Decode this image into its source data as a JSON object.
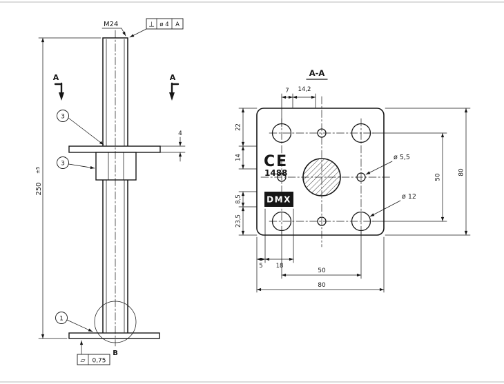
{
  "drawing": {
    "front_view": {
      "thread_label": "M24",
      "perpendicularity_frame": {
        "symbol": "⊥",
        "tolerance": "ø 4",
        "datum": "A"
      },
      "section_arrow_left": "A",
      "section_arrow_right": "A",
      "balloon_washer": "3",
      "balloon_nut": "3",
      "balloon_base": "1",
      "dim_plate_thickness": "4",
      "dim_overall_height": "250",
      "dim_height_tolerance": "±5",
      "detail_label": "B",
      "flatness_frame": {
        "symbol": "▱",
        "tolerance": "0,75"
      }
    },
    "section_view": {
      "title": "A-A",
      "dims": {
        "top_1": "7",
        "top_2": "14,2",
        "left_1": "22",
        "left_2": "14",
        "left_3": "8,5",
        "left_4": "23,5",
        "right_holes": "50",
        "right_overall": "80",
        "bottom_1": "5",
        "bottom_2": "18",
        "bottom_holes": "50",
        "bottom_overall": "80"
      },
      "label_small_hole": "ø 5,5",
      "label_large_hole": "ø 12",
      "ce_mark": "CE",
      "ce_number": "1488",
      "manufacturer_logo": "DMX"
    }
  }
}
